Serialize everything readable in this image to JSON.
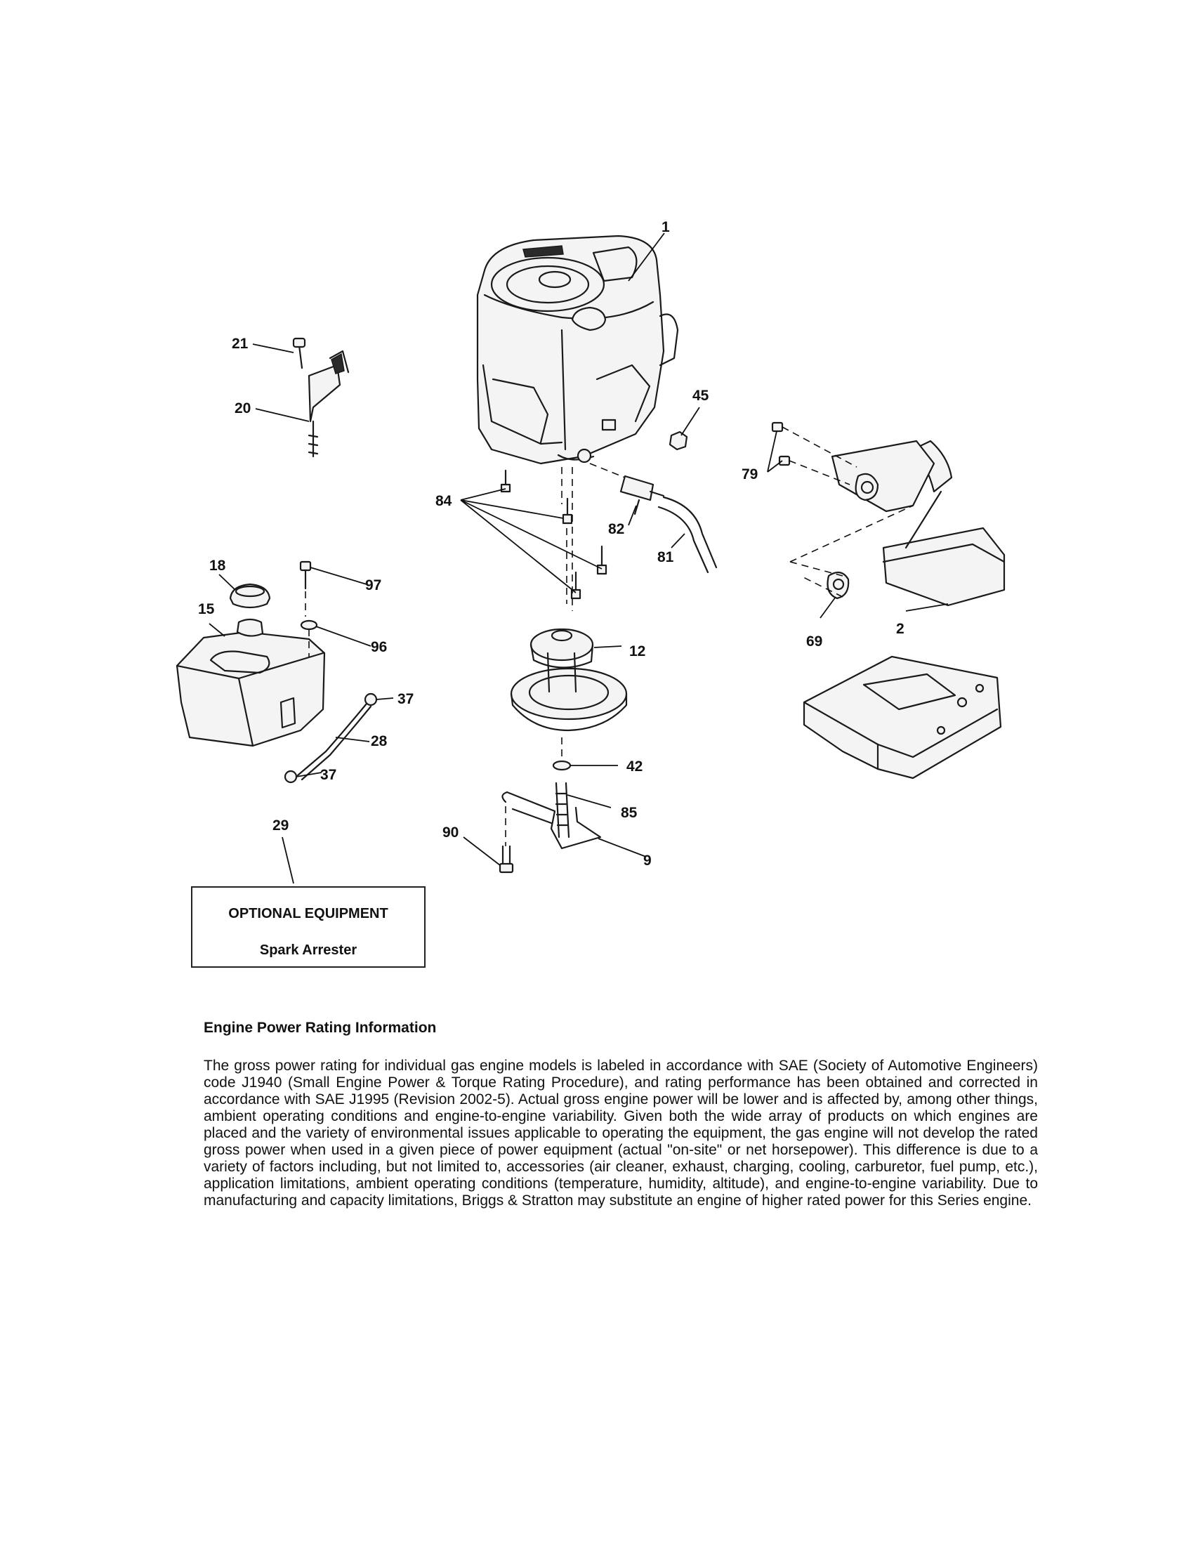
{
  "callouts": {
    "c1": "1",
    "c2": "2",
    "c9": "9",
    "c12": "12",
    "c15": "15",
    "c18": "18",
    "c20": "20",
    "c21": "21",
    "c28": "28",
    "c29": "29",
    "c37a": "37",
    "c37b": "37",
    "c42": "42",
    "c45": "45",
    "c69": "69",
    "c79": "79",
    "c81": "81",
    "c82": "82",
    "c84": "84",
    "c85": "85",
    "c90": "90",
    "c96": "96",
    "c97": "97"
  },
  "optional_box": {
    "title": "OPTIONAL EQUIPMENT",
    "item": "Spark Arrester"
  },
  "info": {
    "title": "Engine Power Rating Information",
    "body": "The gross power rating for individual gas engine models is labeled in accordance with SAE (Society of Automotive Engineers) code J1940 (Small Engine Power & Torque Rating Procedure), and rating performance has been obtained and corrected in accordance with SAE J1995 (Revision 2002-5). Actual gross engine power will be lower and is affected by, among other things, ambient operating conditions and engine-to-engine variability. Given both the wide array of products on which engines are placed and the variety of environmental issues applicable to operating the equipment, the gas engine will not develop the rated gross power when used in a given piece of power equipment (actual \"on-site\" or net horsepower). This difference is due to a variety of factors including, but not limited to, accessories (air cleaner, exhaust, charging, cooling, carburetor, fuel pump, etc.), application limitations, ambient operating conditions (temperature, humidity, altitude), and engine-to-engine variability. Due to manufacturing and capacity limitations, Briggs & Stratton may substitute an engine of higher rated power for this Series engine."
  }
}
